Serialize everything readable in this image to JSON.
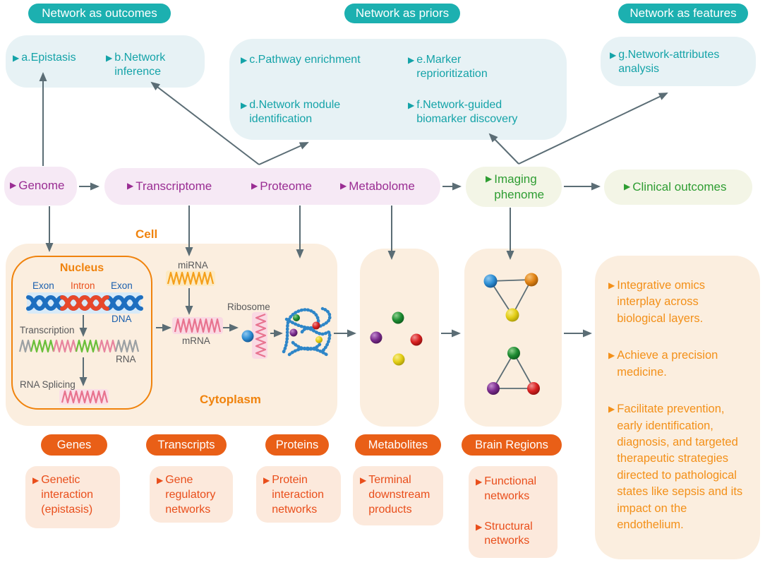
{
  "ui": {
    "bullet": "▶"
  },
  "colors": {
    "teal_pill": "#1CB0B0",
    "teal_text": "#14A3A8",
    "method_box_bg": "#E7F2F5",
    "purple_text": "#9A2D93",
    "purple_box_bg": "#F6E9F5",
    "green_text": "#2E9D32",
    "green_box_bg": "#F3F5E6",
    "orange_pill": "#E95F17",
    "orange_heading": "#F0830D",
    "orange_text": "#F39019",
    "red_orange_text": "#E94E1B",
    "peach_box_bg": "#FBEEDF",
    "light_peach_box_bg": "#FCE9DC",
    "arrow_gray": "#5B6D75",
    "exon_blue": "#1A5FAE",
    "intron_red": "#E94E1B",
    "node_blue": "#2E8FD5",
    "node_orange": "#E08214",
    "node_yellow": "#E3CE15",
    "node_green": "#1E8C32",
    "node_purple": "#7B2D8E",
    "node_red": "#D92121"
  },
  "header_pills": {
    "outcomes": "Network as outcomes",
    "priors": "Network as priors",
    "features": "Network as features"
  },
  "methods": {
    "a": "a.Epistasis",
    "b": "b.Network inference",
    "c": "c.Pathway enrichment",
    "d": "d.Network module identification",
    "e": "e.Marker reprioritization",
    "f": "f.Network-guided biomarker discovery",
    "g": "g.Network-attributes analysis"
  },
  "omics": {
    "genome": "Genome",
    "transcriptome": "Transcriptome",
    "proteome": "Proteome",
    "metabolome": "Metabolome",
    "imaging_phenome": "Imaging phenome",
    "clinical_outcomes": "Clinical outcomes"
  },
  "cell": {
    "cell": "Cell",
    "nucleus": "Nucleus",
    "exon_left": "Exon",
    "intron": "Intron",
    "exon_right": "Exon",
    "dna": "DNA",
    "transcription": "Transcription",
    "rna": "RNA",
    "rna_splicing": "RNA Splicing",
    "mirna": "miRNA",
    "mrna": "mRNA",
    "ribosome": "Ribosome",
    "cytoplasm": "Cytoplasm"
  },
  "categories": {
    "genes": {
      "pill": "Genes",
      "notes": [
        "Genetic interaction (epistasis)"
      ]
    },
    "transcripts": {
      "pill": "Transcripts",
      "notes": [
        "Gene regulatory networks"
      ]
    },
    "proteins": {
      "pill": "Proteins",
      "notes": [
        "Protein interaction networks"
      ]
    },
    "metabolites": {
      "pill": "Metabolites",
      "notes": [
        "Terminal downstream products"
      ]
    },
    "brain_regions": {
      "pill": "Brain Regions",
      "notes": [
        "Functional networks",
        "Structural networks"
      ]
    }
  },
  "insights": [
    "Integrative omics interplay across biological layers.",
    "Achieve a precision medicine.",
    "Facilitate prevention, early identification, diagnosis, and targeted therapeutic strategies directed to pathological states like sepsis and its impact on the endothelium."
  ]
}
